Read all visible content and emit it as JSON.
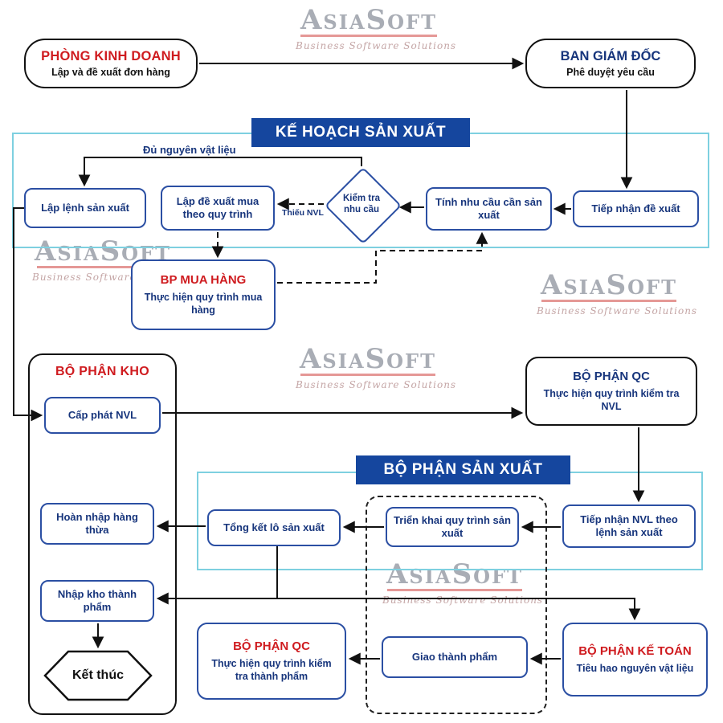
{
  "colors": {
    "title_red": "#cf1b1f",
    "navy_text": "#17357c",
    "box_border_blue": "#2b4fa3",
    "header_bg": "#15469e",
    "region_border": "#7ed0e0",
    "black_border": "#111111",
    "watermark_gray": "#a9adb5",
    "watermark_red": "#e59896"
  },
  "watermark": {
    "brand": "AsiaSoft",
    "tagline": "Business Software Solutions"
  },
  "top": {
    "sales": {
      "title": "PHÒNG KINH DOANH",
      "subtitle": "Lập và đề xuất đơn hàng"
    },
    "board": {
      "title": "BAN GIÁM ĐỐC",
      "subtitle": "Phê duyệt yêu cầu"
    }
  },
  "planning": {
    "header": "KẾ HOẠCH SẢN XUẤT",
    "receive_proposal": "Tiếp nhận đề xuất",
    "calc_demand": "Tính nhu cầu cần sản xuất",
    "check_demand": "Kiểm tra nhu cầu",
    "purchase_request": "Lập đề xuất mua theo quy trình",
    "production_order": "Lập lệnh sản xuất",
    "label_enough": "Đủ nguyên vật liệu",
    "label_lack": "Thiếu NVL"
  },
  "purchasing": {
    "title": "BP MUA HÀNG",
    "subtitle": "Thực hiện quy trình mua hàng"
  },
  "warehouse": {
    "title": "BỘ PHẬN KHO",
    "issue_materials": "Cấp phát NVL",
    "return_surplus": "Hoàn nhập hàng thừa",
    "receive_finished": "Nhập kho thành phẩm",
    "end": "Kết thúc"
  },
  "qc_materials": {
    "title": "BỘ PHẬN QC",
    "subtitle": "Thực hiện quy trình kiểm tra NVL"
  },
  "production": {
    "header": "BỘ PHẬN SẢN XUẤT",
    "receive_materials": "Tiếp nhận NVL theo lệnh sản xuất",
    "deploy_process": "Triển khai quy trình sản xuất",
    "batch_summary": "Tổng kết lô sản xuất",
    "deliver_finished": "Giao thành phẩm"
  },
  "qc_finished": {
    "title": "BỘ PHẬN QC",
    "subtitle": "Thực hiện quy trình kiểm tra thành phẩm"
  },
  "accounting": {
    "title": "BỘ PHẬN KẾ TOÁN",
    "subtitle": "Tiêu hao nguyên vật liệu"
  }
}
